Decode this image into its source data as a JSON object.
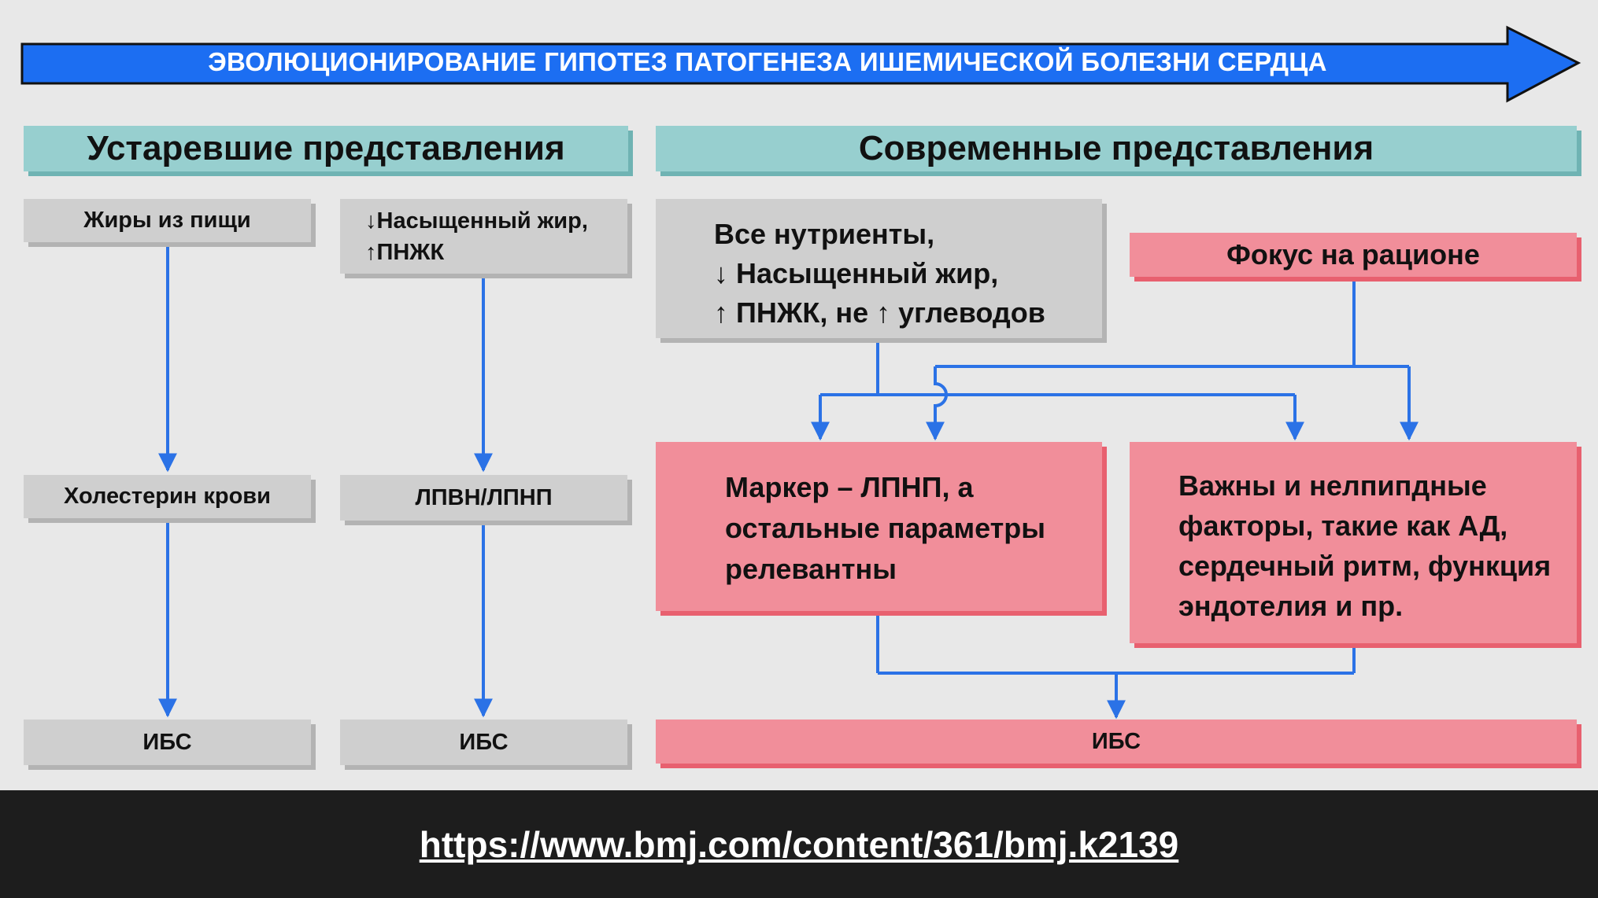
{
  "banner": {
    "title": "ЭВОЛЮЦИОНИРОВАНИЕ ГИПОТЕЗ ПАТОГЕНЕЗА ИШЕМИЧЕСКОЙ БОЛЕЗНИ СЕРДЦА"
  },
  "headers": {
    "old": "Устаревшие представления",
    "modern": "Современные представления"
  },
  "old": {
    "col1": {
      "top": "Жиры из пищи",
      "mid": "Холестерин крови",
      "bottom": "ИБС"
    },
    "col2": {
      "top_line1": "↓Насыщенный жир,",
      "top_line2": "↑ПНЖК",
      "mid": "ЛПВН/ЛПНП",
      "bottom": "ИБС"
    }
  },
  "modern": {
    "nutrients": {
      "line1": "Все нутриенты,",
      "line2": "↓ Насыщенный жир,",
      "line3": "↑ ПНЖК, не ↑ углеводов"
    },
    "diet_focus": "Фокус на рационе",
    "marker": {
      "line1": "Маркер – ЛПНП, а",
      "line2": "остальные параметры",
      "line3": "релевантны"
    },
    "factors": {
      "line1": "Важны и нелпипдные",
      "line2": "факторы, такие как АД,",
      "line3": "сердечный ритм, функция",
      "line4": "эндотелия и пр."
    },
    "bottom": "ИБС"
  },
  "footer": {
    "link": "https://www.bmj.com/content/361/bmj.k2139"
  },
  "colors": {
    "arrow": "#1c6ef2",
    "header": "#97cfcf",
    "gray_box": "#cfcfcf",
    "pink_box": "#f18e9a",
    "connector": "#2b72e6",
    "footer_bg": "#1d1d1d"
  }
}
